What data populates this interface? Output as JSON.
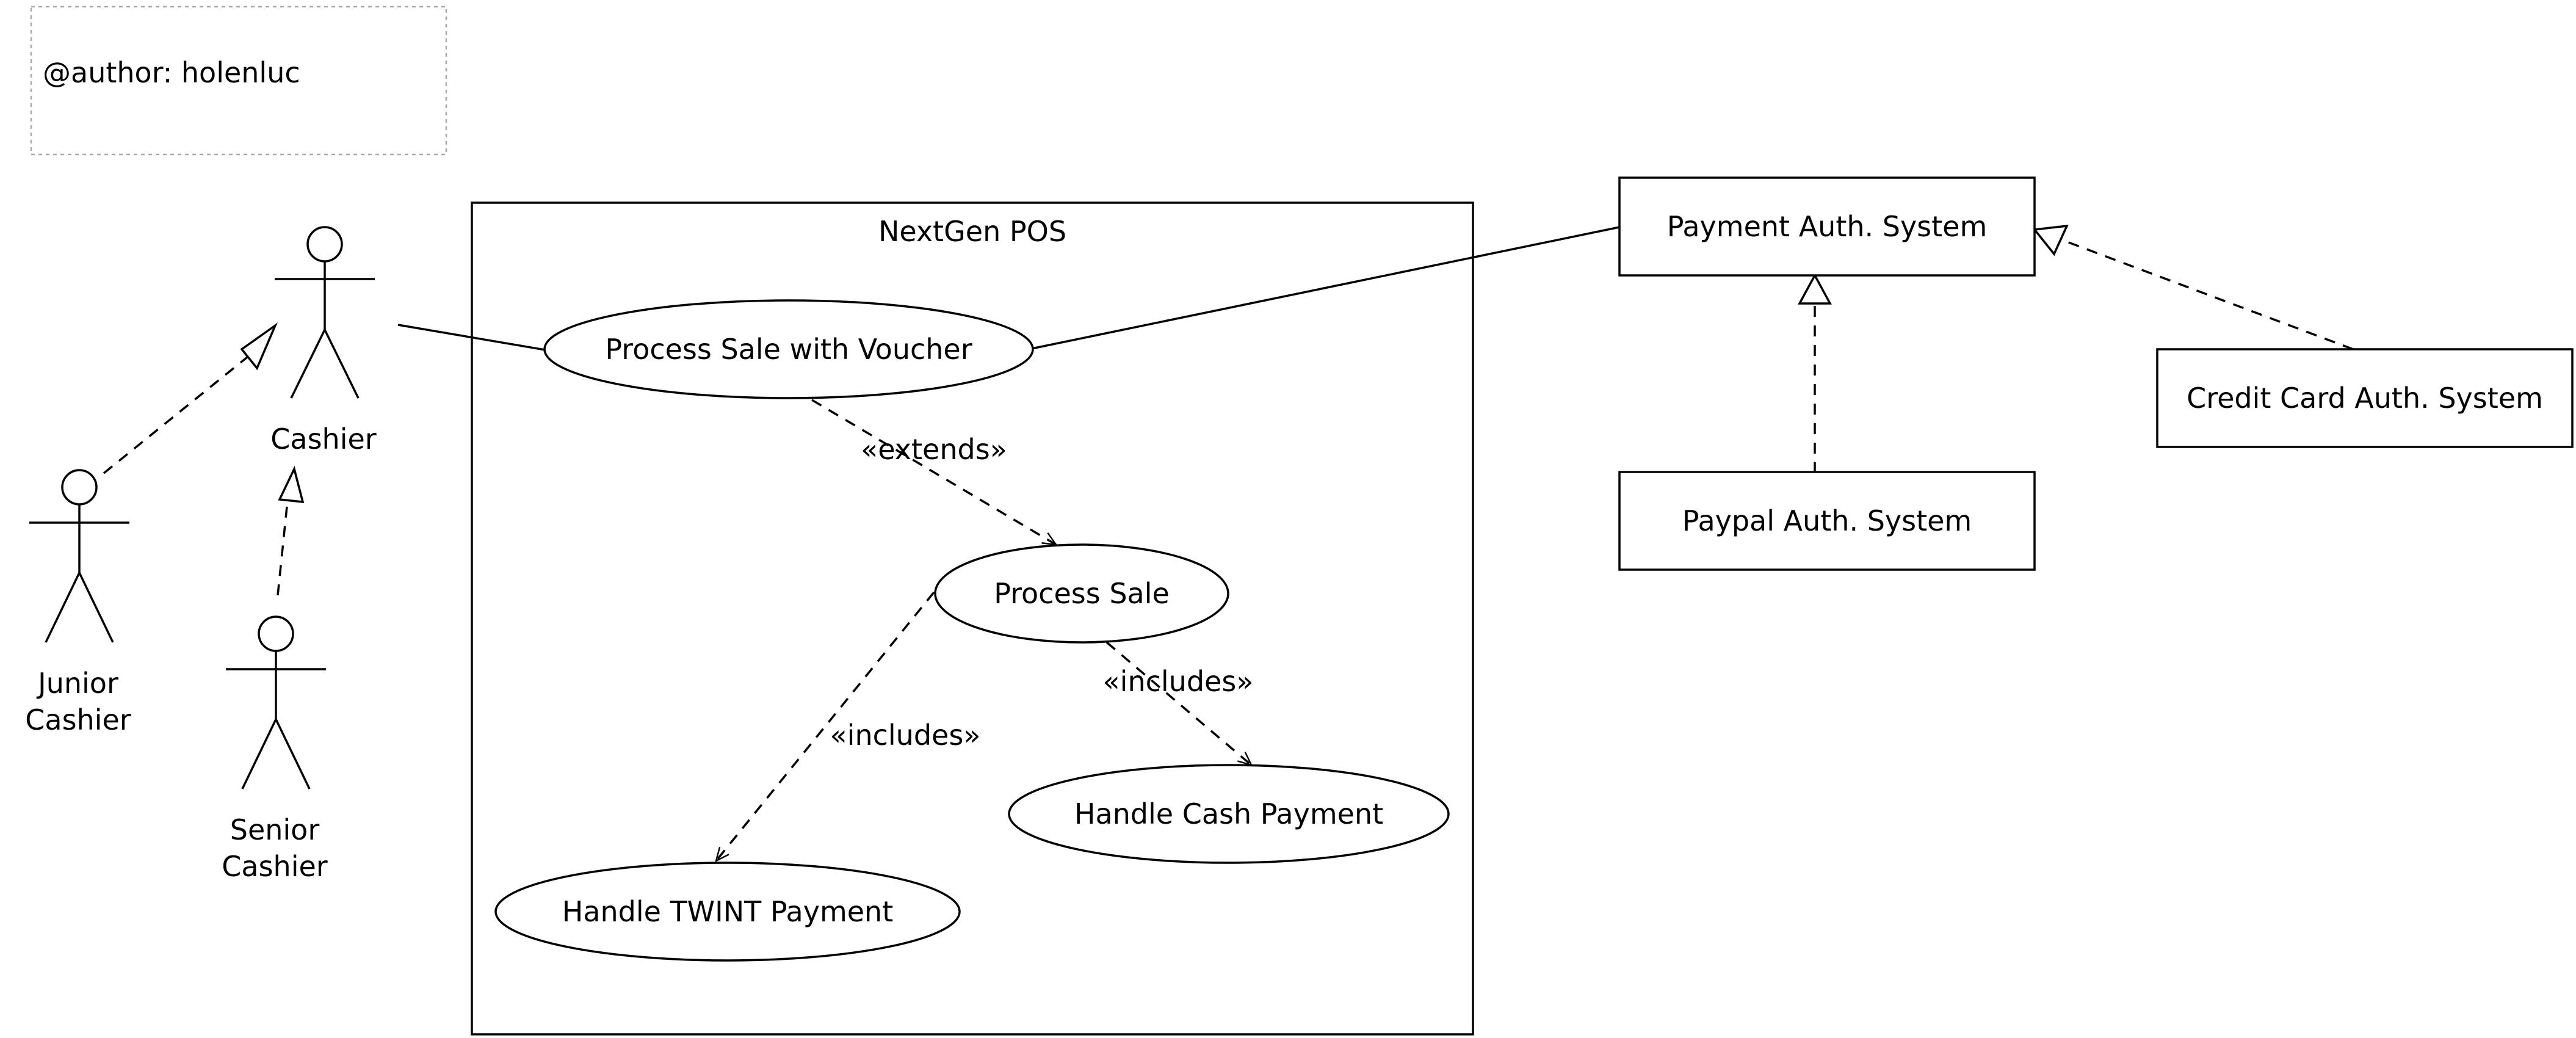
{
  "note": {
    "text": "@author: holenluc"
  },
  "system": {
    "title": "NextGen POS"
  },
  "actors": {
    "cashier": {
      "label": "Cashier"
    },
    "junior": {
      "line1": "Junior",
      "line2": "Cashier"
    },
    "senior": {
      "line1": "Senior",
      "line2": "Cashier"
    }
  },
  "usecases": {
    "voucher": "Process Sale with Voucher",
    "process_sale": "Process Sale",
    "cash": "Handle Cash Payment",
    "twint": "Handle TWINT Payment"
  },
  "relations": {
    "extends": "«extends»",
    "includes_cash": "«includes»",
    "includes_twint": "«includes»"
  },
  "systems": {
    "payment": "Payment Auth. System",
    "credit": "Credit Card Auth. System",
    "paypal": "Paypal Auth. System"
  },
  "colors": {
    "stroke": "#000000",
    "note_border": "#aaaaaa",
    "background": "#ffffff"
  }
}
